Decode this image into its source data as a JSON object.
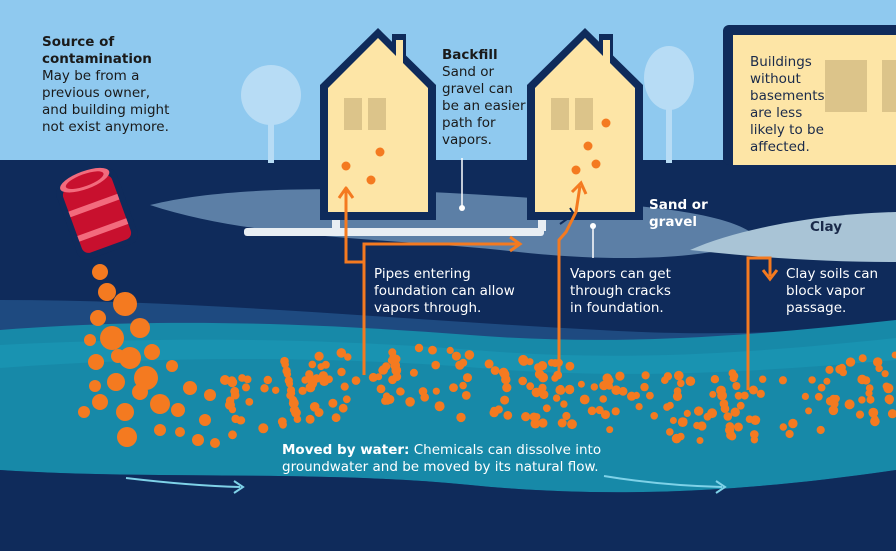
{
  "colors": {
    "sky": "#8fc9ef",
    "soil_dark": "#0f2b5b",
    "soil_mid": "#1e4a80",
    "groundwater": "#1789a8",
    "groundwater_light": "#1b9ab8",
    "sand": "#5c7fa6",
    "clay": "#a9c4d6",
    "house": "#fde5a6",
    "house_outline": "#0f2b5b",
    "window": "#dcc48a",
    "tree": "#b7dcf5",
    "vapor": "#f47a20",
    "barrel_red": "#c8102e",
    "barrel_pink": "#f26b7d",
    "pipe": "#e8eef3",
    "flow_arrow": "#7fd2e8"
  },
  "icons": {
    "barrel": "tipped-barrel-icon",
    "house": "house-icon",
    "tree": "tree-icon",
    "arrow": "arrow-icon"
  },
  "labels": {
    "source": {
      "title": "Source of contamination",
      "body": "May be from a previous owner, and building might not exist anymore."
    },
    "backfill": {
      "title": "Backfill",
      "body": "Sand or gravel can be an easier path for vapors."
    },
    "no_basement": "Buildings without basements are less likely to be affected.",
    "sand_gravel": "Sand or gravel",
    "clay": "Clay",
    "pipes": "Pipes entering foundation can allow vapors through.",
    "cracks": "Vapors can get through cracks in foundation.",
    "clay_soils": "Clay soils can block vapor passage.",
    "water": {
      "title": "Moved by water:",
      "body": "Chemicals can dissolve into groundwater and be moved by its natural flow."
    }
  }
}
